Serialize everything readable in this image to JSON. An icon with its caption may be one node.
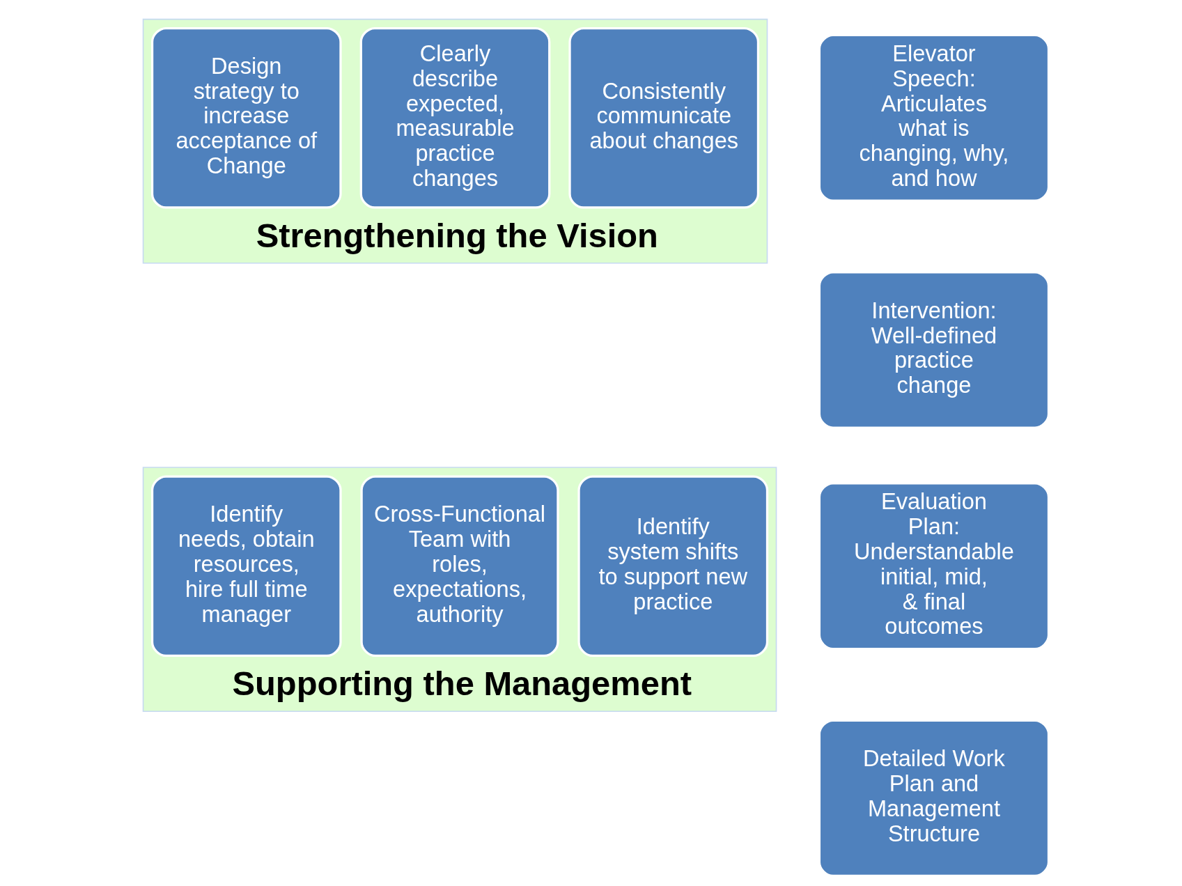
{
  "diagram": {
    "nodes": [
      {
        "text": [
          "Strengthening the Vision"
        ]
      },
      {
        "text": [
          "Design strategy to increase acceptance of Change"
        ],
        "in": 0
      },
      {
        "text": [
          "Clearly describe expected, measurable practice changes"
        ],
        "in": 0
      },
      {
        "text": [
          "Consistently communicate about changes"
        ],
        "in": 0
      },
      {
        "text": [
          "Supporting the Management"
        ]
      },
      {
        "text": [
          "Identify needs, obtain resources, hire full time manager"
        ],
        "in": 4
      },
      {
        "text": [
          "Cross-Functional Team with roles, expectations, authority"
        ],
        "in": 4
      },
      {
        "text": [
          "Identify system shifts to support new practice"
        ],
        "in": 4
      },
      {
        "text": [
          "Elevator Speech: Articulates what is changing, why, and how"
        ]
      },
      {
        "text": [
          "Intervention: Well-defined practice change"
        ]
      },
      {
        "text": [
          "Evaluation Plan: Understandable initial, mid, & final outcomes"
        ]
      },
      {
        "text": [
          "Detailed Work Plan and Management Structure"
        ]
      }
    ]
  }
}
